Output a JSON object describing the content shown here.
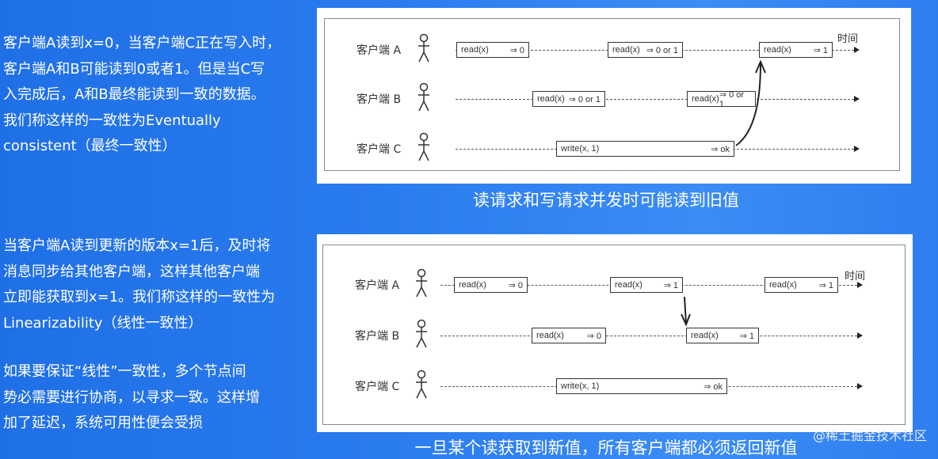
{
  "left_text": {
    "para1": [
      "客户端A读到x=0，当客户端C正在写入时，",
      "客户端A和B可能读到0或者1。但是当C写",
      "入完成后，A和B最终能读到一致的数据。",
      "我们称这样的一致性为Eventually",
      "consistent（最终一致性）"
    ],
    "para2": [
      "当客户端A读到更新的版本x=1后，及时将",
      "消息同步给其他客户端，这样其他客户端",
      "立即能获取到x=1。我们称这样的一致性为",
      "Linearizability（线性一致性）"
    ],
    "para3": [
      "如果要保证“线性”一致性，多个节点间",
      "势必需要进行协商，以寻求一致。这样增",
      "加了延迟，系统可用性便会受损"
    ]
  },
  "diagram1": {
    "time_label": "时间",
    "lanes": [
      {
        "label": "客户端 A",
        "ops": [
          {
            "l": "read(x)",
            "r": "⇒ 0"
          },
          {
            "l": "read(x)",
            "r": "⇒ 0 or 1"
          },
          {
            "l": "read(x)",
            "r": "⇒ 1"
          }
        ]
      },
      {
        "label": "客户端 B",
        "ops": [
          {
            "l": "read(x)",
            "r": "⇒ 0 or 1"
          },
          {
            "l": "read(x)",
            "r": "⇒ 0 or 1"
          }
        ]
      },
      {
        "label": "客户端 C",
        "ops": [
          {
            "l": "write(x, 1)",
            "r": "⇒ ok"
          }
        ]
      }
    ],
    "caption": "读请求和写请求并发时可能读到旧值"
  },
  "diagram2": {
    "time_label": "时间",
    "lanes": [
      {
        "label": "客户端 A",
        "ops": [
          {
            "l": "read(x)",
            "r": "⇒ 0"
          },
          {
            "l": "read(x)",
            "r": "⇒ 1"
          },
          {
            "l": "read(x)",
            "r": "⇒ 1"
          }
        ]
      },
      {
        "label": "客户端 B",
        "ops": [
          {
            "l": "read(x)",
            "r": "⇒ 0"
          },
          {
            "l": "read(x)",
            "r": "⇒ 1"
          }
        ]
      },
      {
        "label": "客户端 C",
        "ops": [
          {
            "l": "write(x, 1)",
            "r": "⇒ ok"
          }
        ]
      }
    ],
    "caption": "一旦某个读获取到新值，所有客户端都必须返回新值"
  },
  "watermark": "@稀土掘金技术社区"
}
